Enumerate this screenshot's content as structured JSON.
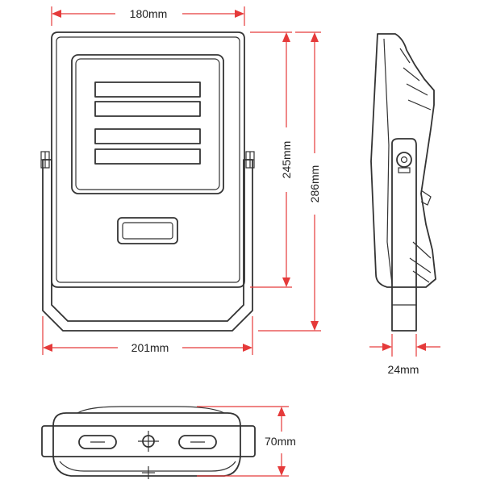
{
  "colors": {
    "outline": "#333333",
    "dimension": "#e53a3a",
    "text": "#222222",
    "background": "#ffffff"
  },
  "dimensions": {
    "front_width": "180mm",
    "bracket_width": "201mm",
    "body_height": "245mm",
    "overall_height": "286mm",
    "side_depth": "24mm",
    "bottom_depth": "70mm"
  },
  "icons": [
    "bracket-bolt-icon",
    "crosshair-icon"
  ]
}
